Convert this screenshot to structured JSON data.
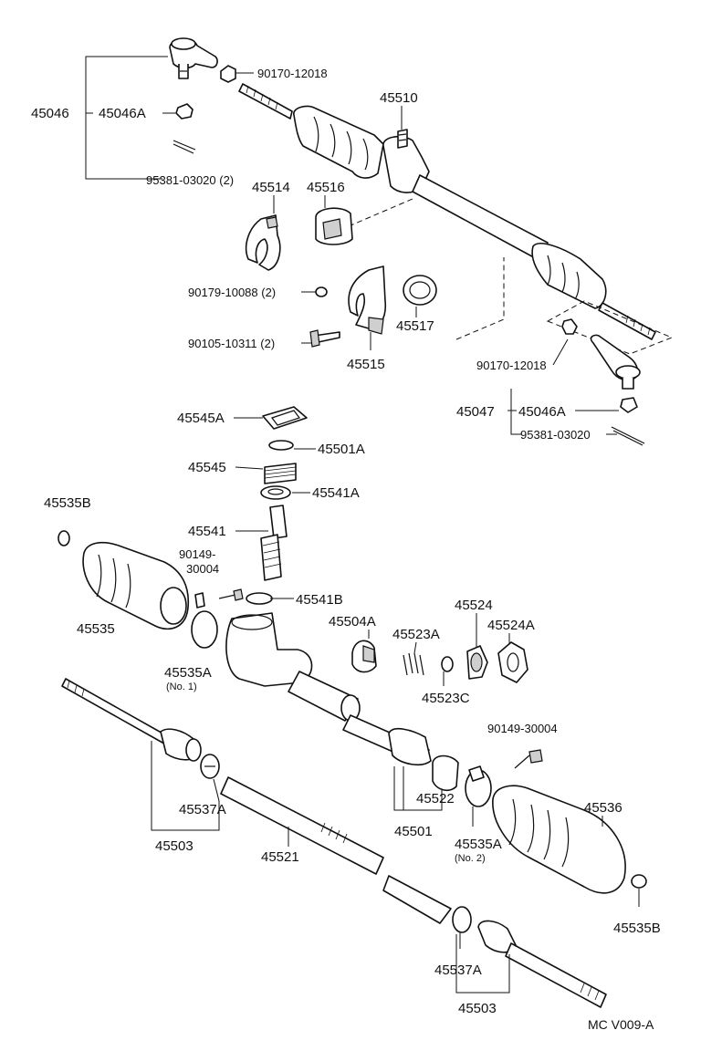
{
  "diagram": {
    "code": "MC V009-A",
    "labels": [
      "45046",
      "45046A",
      "90170-12018",
      "95381-03020 (2)",
      "45510",
      "45514",
      "45516",
      "90179-10088 (2)",
      "90105-10311 (2)",
      "45515",
      "45517",
      "90170-12018",
      "45047",
      "45046A",
      "95381-03020",
      "45545A",
      "45501A",
      "45545",
      "45541A",
      "45541",
      "90149-",
      "30004",
      "45541B",
      "45535B",
      "45535",
      "45535A",
      "(No. 1)",
      "45504A",
      "45523A",
      "45524",
      "45524A",
      "45523C",
      "90149-30004",
      "45537A",
      "45503",
      "45521",
      "45501",
      "45522",
      "45535A",
      "(No. 2)",
      "45536",
      "45535B",
      "45537A",
      "45503"
    ]
  }
}
